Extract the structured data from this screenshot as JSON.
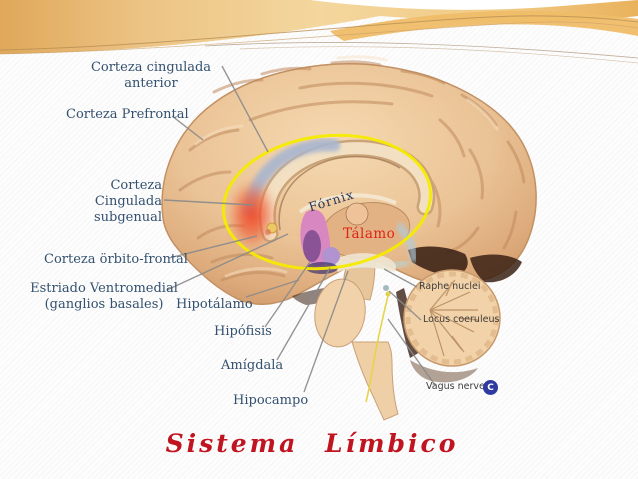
{
  "title": {
    "text": "Sistema Límbico"
  },
  "labels": {
    "cingulada_anterior": "Corteza cingulada anterior",
    "prefrontal": "Corteza Prefrontal",
    "cingulada_subgenual": "Corteza Cingulada subgenual",
    "orbito_frontal": "Corteza örbito-frontal",
    "estriado": "Estriado Ventromedial (ganglios basales)",
    "hipotalamo": "Hipotálamo",
    "hipofisis": "Hipófisis",
    "amigdala": "Amígdala",
    "hipocampo": "Hipocampo",
    "fornix": "Fórnix",
    "talamo": "Tálamo",
    "raphe_nuclei": "Raphe nuclei",
    "locus_coeruleus": "Locus coeruleus",
    "vagus_nerve": "Vagus nerve",
    "vagus_badge": "C"
  },
  "colors": {
    "label_text": "#33506e",
    "title_red": "#c01420",
    "talamo_red": "#e02515",
    "fornix_text": "#2a3854",
    "small_label": "#3c3c3c",
    "limbic_ellipse": "#f5eb00",
    "cingulate_band": "#a8b6d0",
    "subgenual_blush": "#ef5030",
    "vagus_badge": "#2f3a9e",
    "leader_line": "#8a8a8a",
    "deco_orange": "#e9b668"
  }
}
